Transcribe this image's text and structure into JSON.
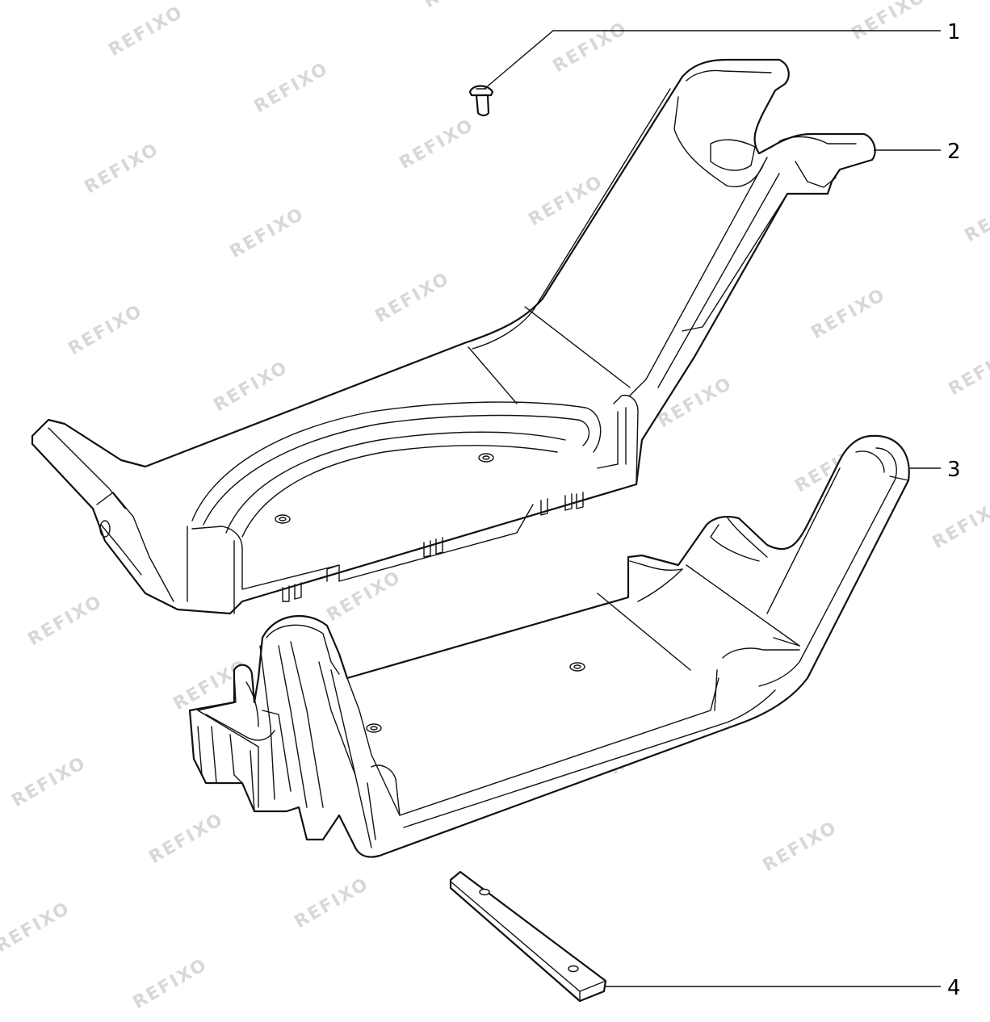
{
  "drawing": {
    "watermark": "REFIXO",
    "callouts": [
      {
        "id": "1",
        "label": "1",
        "part": "screw"
      },
      {
        "id": "2",
        "label": "2",
        "part": "upper-bracket"
      },
      {
        "id": "3",
        "label": "3",
        "part": "lower-bracket"
      },
      {
        "id": "4",
        "label": "4",
        "part": "spacer-strip"
      }
    ]
  },
  "colors": {
    "line": "#111111",
    "background": "#ffffff",
    "watermark": "#d8d8d8"
  }
}
